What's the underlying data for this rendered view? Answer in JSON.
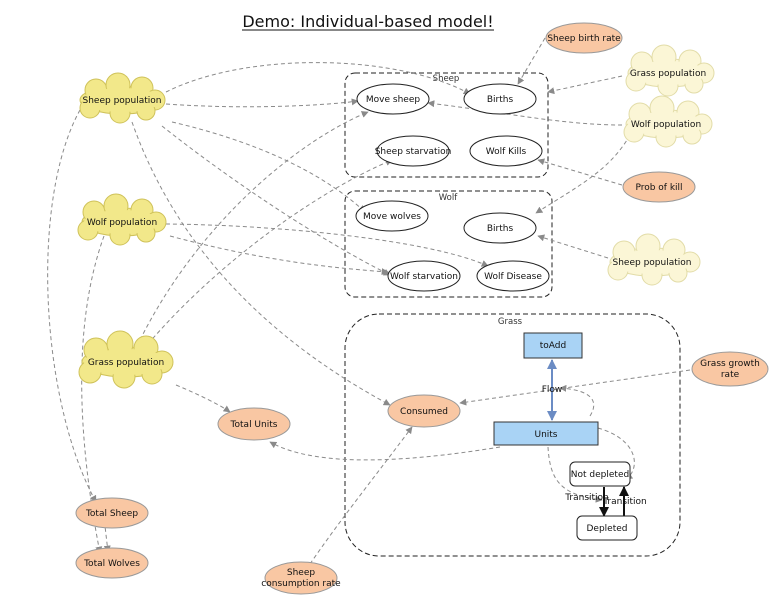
{
  "title": "Demo: Individual-based model!",
  "groups": {
    "sheep": "Sheep",
    "wolf": "Wolf",
    "grass": "Grass"
  },
  "nodes": {
    "sheep_population_main": "Sheep population",
    "wolf_population_main": "Wolf population",
    "grass_population_main": "Grass population",
    "sheep_birth_rate": "Sheep birth rate",
    "grass_population_right": "Grass population",
    "wolf_population_right": "Wolf population",
    "prob_of_kill": "Prob of kill",
    "sheep_population_right": "Sheep population",
    "grass_growth_rate_1": "Grass growth",
    "grass_growth_rate_2": "rate",
    "move_sheep": "Move sheep",
    "sheep_births": "Births",
    "sheep_starvation": "Sheep starvation",
    "wolf_kills": "Wolf Kills",
    "move_wolves": "Move wolves",
    "wolf_births": "Births",
    "wolf_starvation": "Wolf starvation",
    "wolf_disease": "Wolf Disease",
    "to_add": "toAdd",
    "units": "Units",
    "not_depleted": "Not depleted",
    "depleted": "Depleted",
    "consumed": "Consumed",
    "total_units": "Total Units",
    "total_sheep": "Total Sheep",
    "total_wolves": "Total Wolves",
    "sheep_consumption_rate_1": "Sheep",
    "sheep_consumption_rate_2": "consumption rate"
  },
  "edge_labels": {
    "flow": "Flow",
    "transition_1": "Transition",
    "transition_2": "Transition"
  }
}
